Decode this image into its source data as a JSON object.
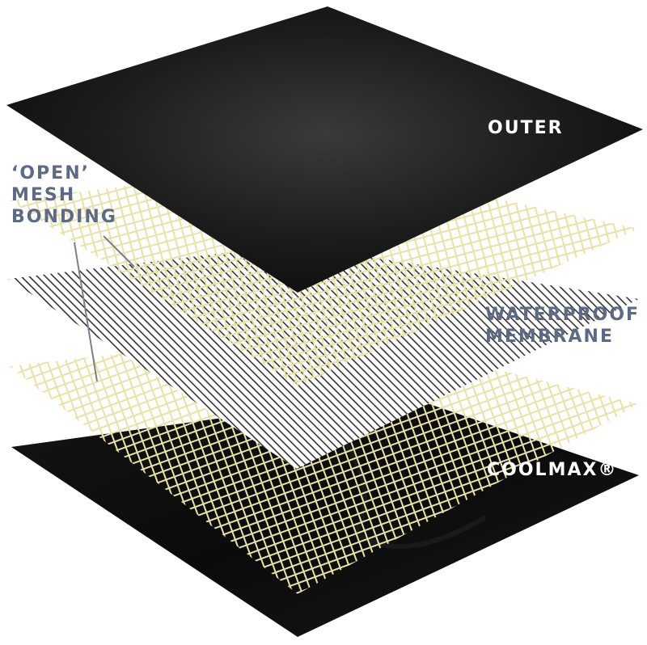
{
  "labels": {
    "outer": "OUTER",
    "mesh_line1": "‘OPEN’",
    "mesh_line2": "MESH",
    "mesh_line3": "BONDING",
    "membrane_line1": "WATERPROOF",
    "membrane_line2": "MEMBRANE",
    "coolmax": "COOLMAX®"
  },
  "colors": {
    "outer_layer": "#1a1a1a",
    "mesh": "#e8e2a6",
    "membrane_hatch": "#333333",
    "coolmax_layer": "#0c0c0c",
    "label_dark": "#5c6a86",
    "label_light": "#ffffff"
  }
}
